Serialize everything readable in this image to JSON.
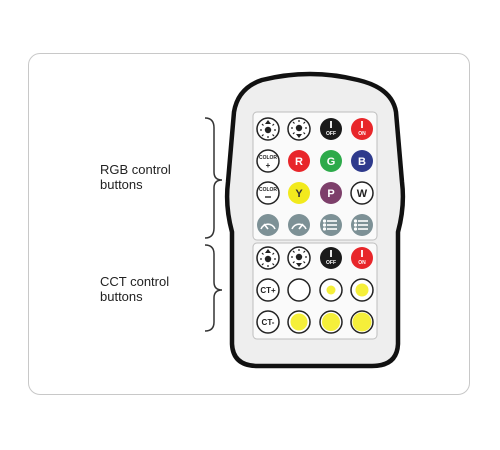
{
  "labels": {
    "rgb_line1": "RGB control",
    "rgb_line2": "buttons",
    "cct_line1": "CCT control",
    "cct_line2": "buttons"
  },
  "buttons": {
    "off": "OFF",
    "on": "ON",
    "color_plus": "COLOR",
    "color_minus": "COLOR",
    "r": "R",
    "g": "G",
    "b": "B",
    "y": "Y",
    "p": "P",
    "w": "W",
    "ct_plus": "CT+",
    "ct_minus": "CT-"
  },
  "colors": {
    "red": "#e8262a",
    "green": "#2daa4a",
    "blue": "#2e3a8c",
    "yellow": "#f2ea1d",
    "purple": "#7d3f6a",
    "dark": "#1a1a1a",
    "grey_button": "#7d9196",
    "warm": "#f5ef3a",
    "remote_body": "#e9e9e9"
  },
  "icons": [
    "brightness-up-icon",
    "brightness-down-icon",
    "power-off-icon",
    "power-on-icon",
    "speed-down-icon",
    "speed-up-icon",
    "mode-list-icon"
  ]
}
